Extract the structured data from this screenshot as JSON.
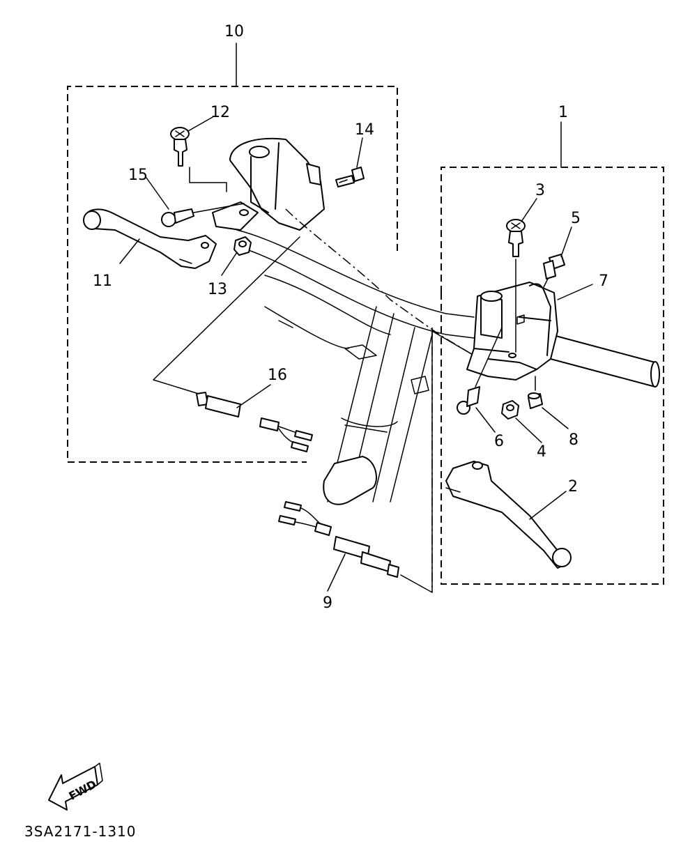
{
  "callouts": [
    "1",
    "2",
    "3",
    "4",
    "5",
    "6",
    "7",
    "8",
    "9",
    "10",
    "11",
    "12",
    "13",
    "14",
    "15",
    "16"
  ],
  "fwd_label": "FWD",
  "diagram_code": "3SA2171-1310"
}
